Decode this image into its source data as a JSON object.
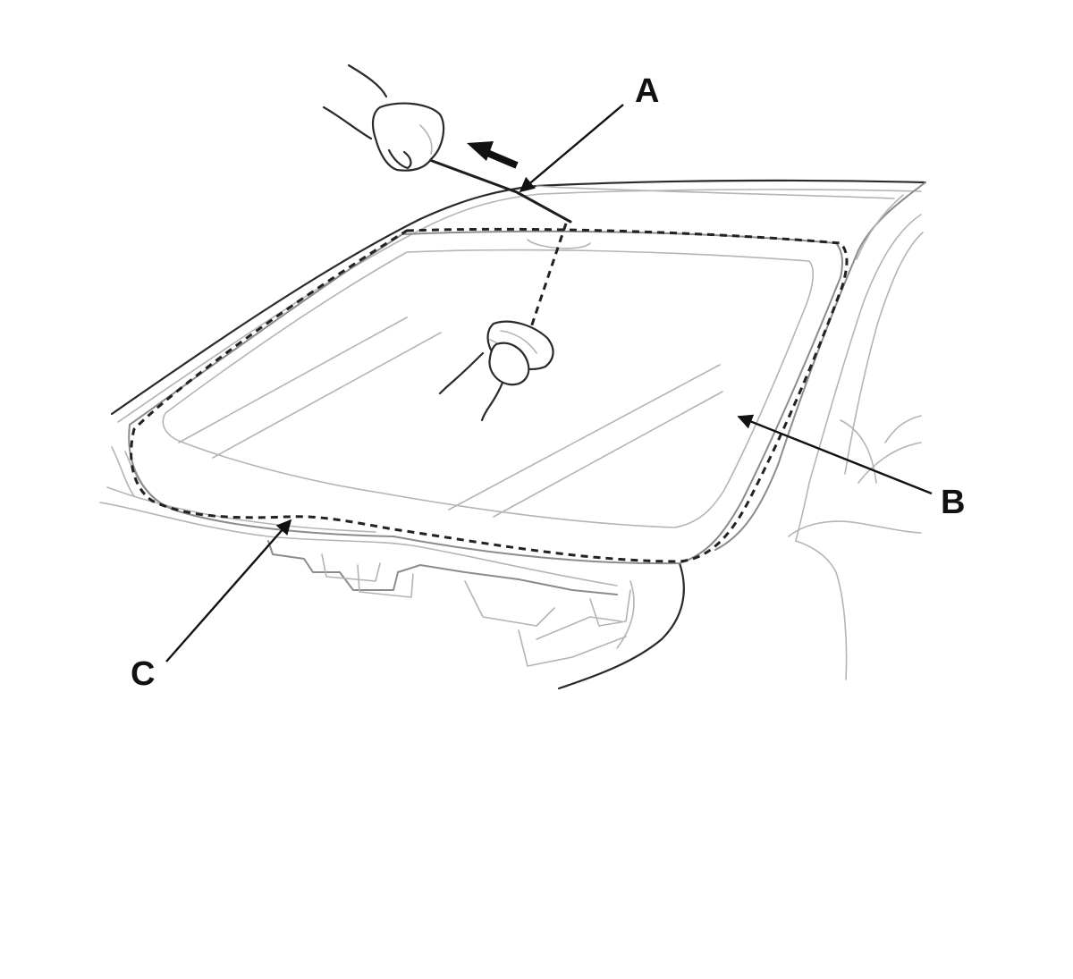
{
  "callouts": {
    "a": "A",
    "b": "B",
    "c": "C"
  },
  "icons": [
    "direction-arrow-icon",
    "hand-icon",
    "cloth-icon"
  ]
}
